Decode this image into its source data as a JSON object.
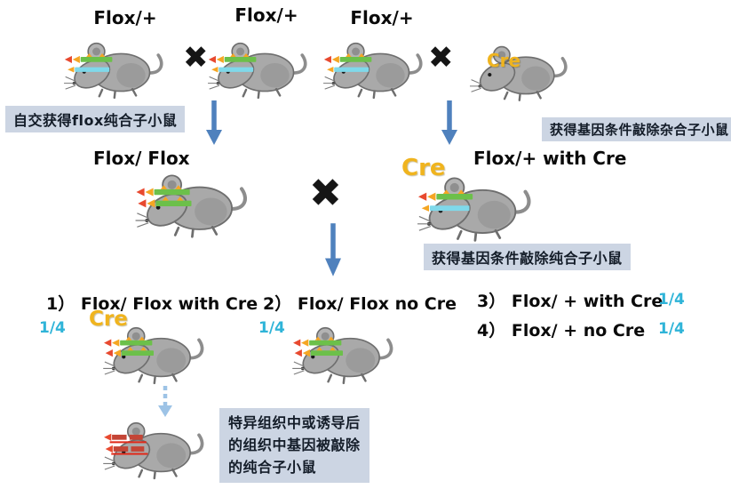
{
  "cross_symbol": "✖",
  "cre_label": "Cre",
  "generation1": {
    "genotype_left": "Flox/+",
    "genotype_mid": "Flox/+",
    "genotype_right": "Flox/+"
  },
  "generation2": {
    "genotype_left": "Flox/ Flox",
    "genotype_right": "Flox/+ with Cre"
  },
  "notes": {
    "left": "自交获得flox纯合子小鼠",
    "right": "获得基因条件敲除杂合子小鼠",
    "middle": "获得基因条件敲除纯合子小鼠",
    "bottom": "特异组织中或诱导后\n的组织中基因被敲除\n的纯合子小鼠"
  },
  "results": [
    {
      "label": "1） Flox/ Flox with Cre",
      "fraction": "1/4"
    },
    {
      "label": "2） Flox/ Flox no Cre",
      "fraction": "1/4"
    },
    {
      "label": "3） Flox/ + with Cre",
      "fraction": "1/4"
    },
    {
      "label": "4） Flox/ + no Cre",
      "fraction": "1/4"
    }
  ],
  "colors": {
    "arrow_blue": "#4f81bd",
    "arrow_light": "#9dc3e6",
    "note_background": "#ccd5e3",
    "fraction_blue": "#2fb4d8",
    "cre_yellow": "#f0b41e",
    "flox_green": "#6cc04a",
    "wildtype_cyan": "#7fd9ea",
    "loxp_orange": "#f5a623",
    "promoter_red": "#e8492f",
    "mouse_gray": "#a9a9a9"
  }
}
